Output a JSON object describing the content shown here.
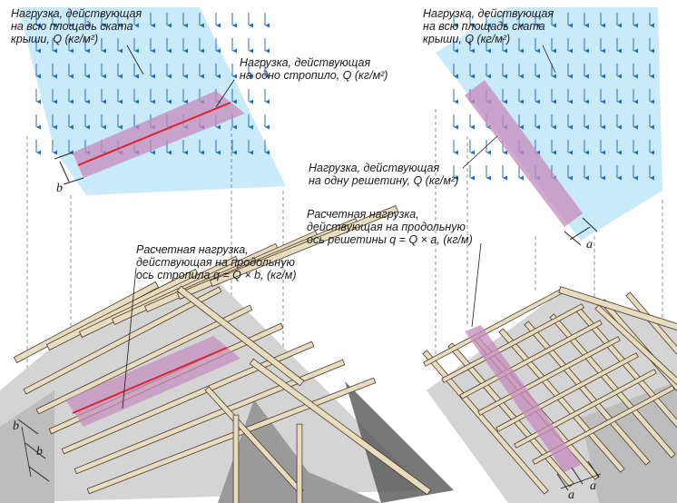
{
  "labels": {
    "left_area_load": [
      "Нагрузка, действующая",
      "на всю площадь ската",
      "крыши, Q (кг/м²)"
    ],
    "rafter_load": [
      "Нагрузка, действующая",
      "на одно стропило, Q (кг/м²)"
    ],
    "rafter_design_load": [
      "Расчетная нагрузка,",
      "действующая на продольную",
      "ось стропила q = Q × b, (кг/м)"
    ],
    "right_area_load": [
      "Нагрузка, действующая",
      "на всю площадь ската",
      "крыши, Q (кг/м²)"
    ],
    "batten_load": [
      "Нагрузка, действующая",
      "на одну решетину, Q (кг/м²)"
    ],
    "batten_design_load": [
      "Расчетная нагрузка,",
      "действующая на продольную",
      "ось решетины q = Q × a, (кг/м)"
    ]
  },
  "dimensions": {
    "b": "b",
    "a": "a"
  },
  "colors": {
    "load_plane": "#bfe6f7",
    "load_arrow": "#2b6fb0",
    "load_strip": "#c58bbd",
    "axis_line": "#e0202a",
    "timber": "#e8dcc0",
    "timber_edge": "#4a3a28",
    "wall": "#d4d4d4"
  }
}
